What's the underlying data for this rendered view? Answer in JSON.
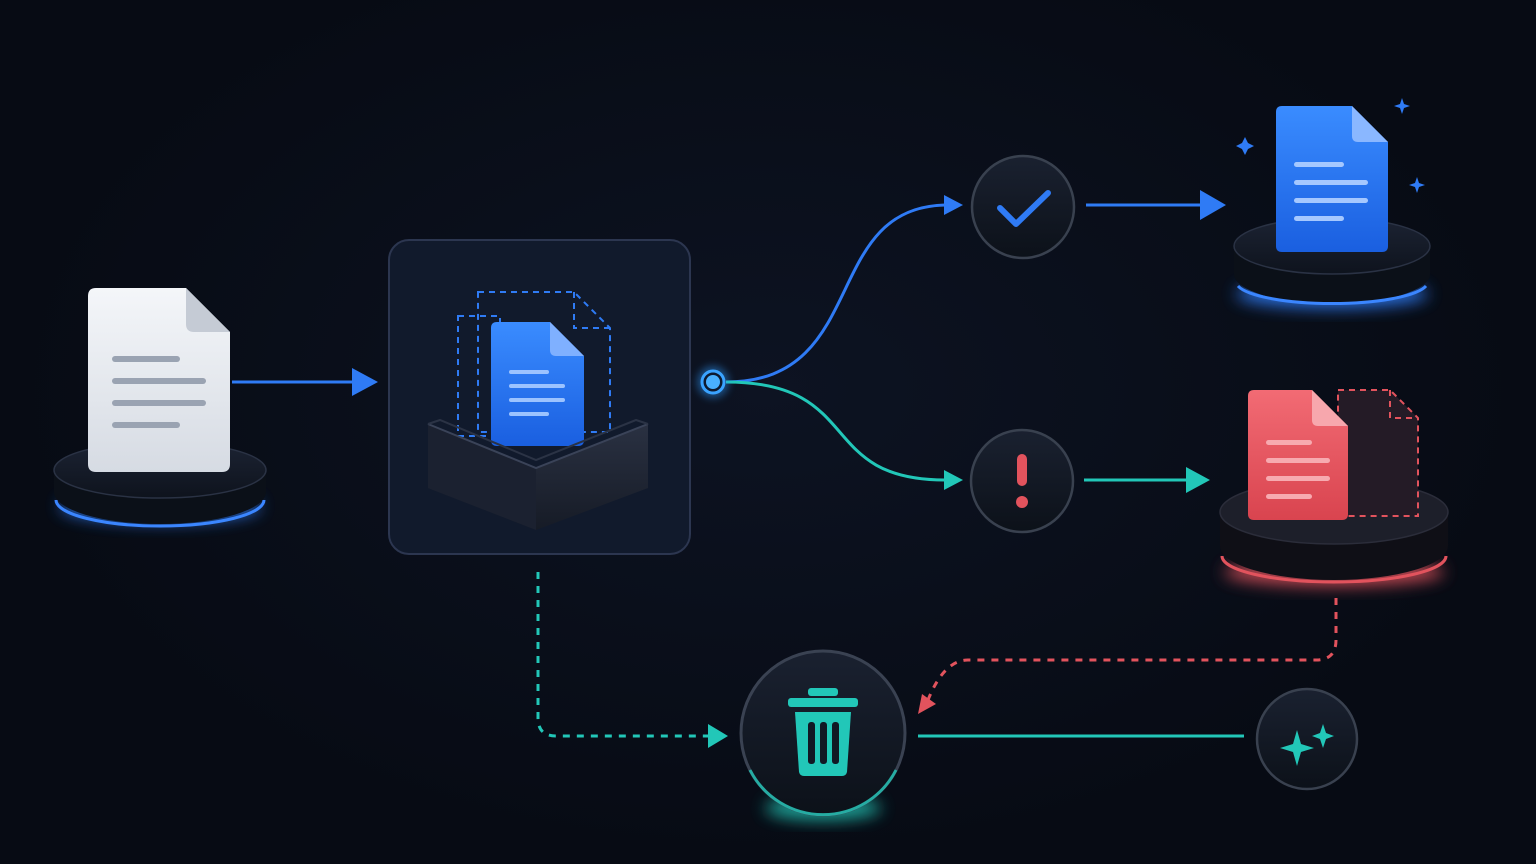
{
  "diagram": {
    "nodes": [
      {
        "id": "source-document",
        "icon": "document-icon",
        "state": "input"
      },
      {
        "id": "processing-tray",
        "icon": "document-tray-icon",
        "state": "processing"
      },
      {
        "id": "success-check",
        "icon": "checkmark-icon",
        "state": "success"
      },
      {
        "id": "processed-document",
        "icon": "document-icon",
        "state": "success"
      },
      {
        "id": "error-alert",
        "icon": "exclamation-icon",
        "state": "error"
      },
      {
        "id": "failed-document",
        "icon": "document-icon",
        "state": "error"
      },
      {
        "id": "trash-bin",
        "icon": "trash-icon",
        "state": "discard"
      },
      {
        "id": "cleanup-sparkle",
        "icon": "sparkles-icon",
        "state": "cleanup"
      }
    ],
    "edges": [
      {
        "from": "source-document",
        "to": "processing-tray",
        "style": "solid"
      },
      {
        "from": "processing-tray",
        "to": "success-check",
        "style": "solid"
      },
      {
        "from": "success-check",
        "to": "processed-document",
        "style": "solid"
      },
      {
        "from": "processing-tray",
        "to": "error-alert",
        "style": "solid"
      },
      {
        "from": "error-alert",
        "to": "failed-document",
        "style": "solid"
      },
      {
        "from": "processing-tray",
        "to": "trash-bin",
        "style": "dashed"
      },
      {
        "from": "failed-document",
        "to": "trash-bin",
        "style": "dashed"
      },
      {
        "from": "trash-bin",
        "to": "cleanup-sparkle",
        "style": "solid"
      }
    ]
  },
  "colors": {
    "background": "#070b14",
    "accent_blue": "#2f7bf5",
    "accent_teal": "#22c7b8",
    "accent_red": "#e2535d",
    "document_white": "#e9edf3",
    "panel": "#111a2c"
  }
}
